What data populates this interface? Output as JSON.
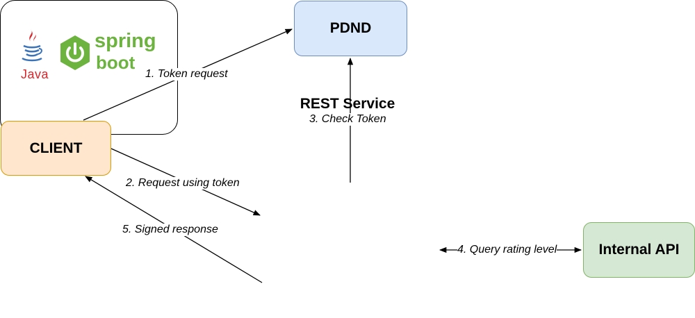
{
  "colors": {
    "pdnd_fill": "#dae8fc",
    "client_fill": "#ffe6cc",
    "internal_fill": "#d5e8d4",
    "java_red": "#d8262c",
    "java_blue": "#3b73b9",
    "spring_green": "#6db33f"
  },
  "nodes": {
    "pdnd": "PDND",
    "client": "CLIENT",
    "rest_service": "REST Service",
    "internal_api": "Internal API"
  },
  "logos": {
    "java_text": "Java",
    "spring_text": "spring",
    "boot_text": "boot",
    "java_icon": "java-cup-icon",
    "spring_icon": "spring-power-icon"
  },
  "edges": {
    "token_request": "1. Token request",
    "request_using_token": "2. Request using token",
    "check_token": "3. Check Token",
    "query_rating_level": "4. Query rating level",
    "signed_response": "5. Signed response"
  }
}
